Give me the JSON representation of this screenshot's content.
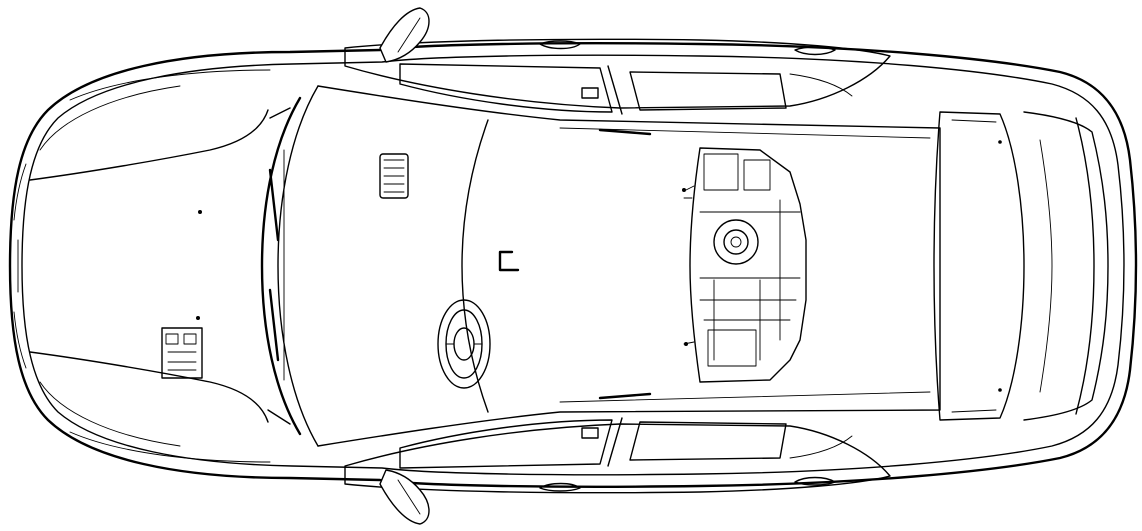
{
  "diagram": {
    "view": "top",
    "subject": "sedan",
    "style": "line-drawing",
    "colors": {
      "stroke": "#000000",
      "background": "#ffffff"
    }
  }
}
